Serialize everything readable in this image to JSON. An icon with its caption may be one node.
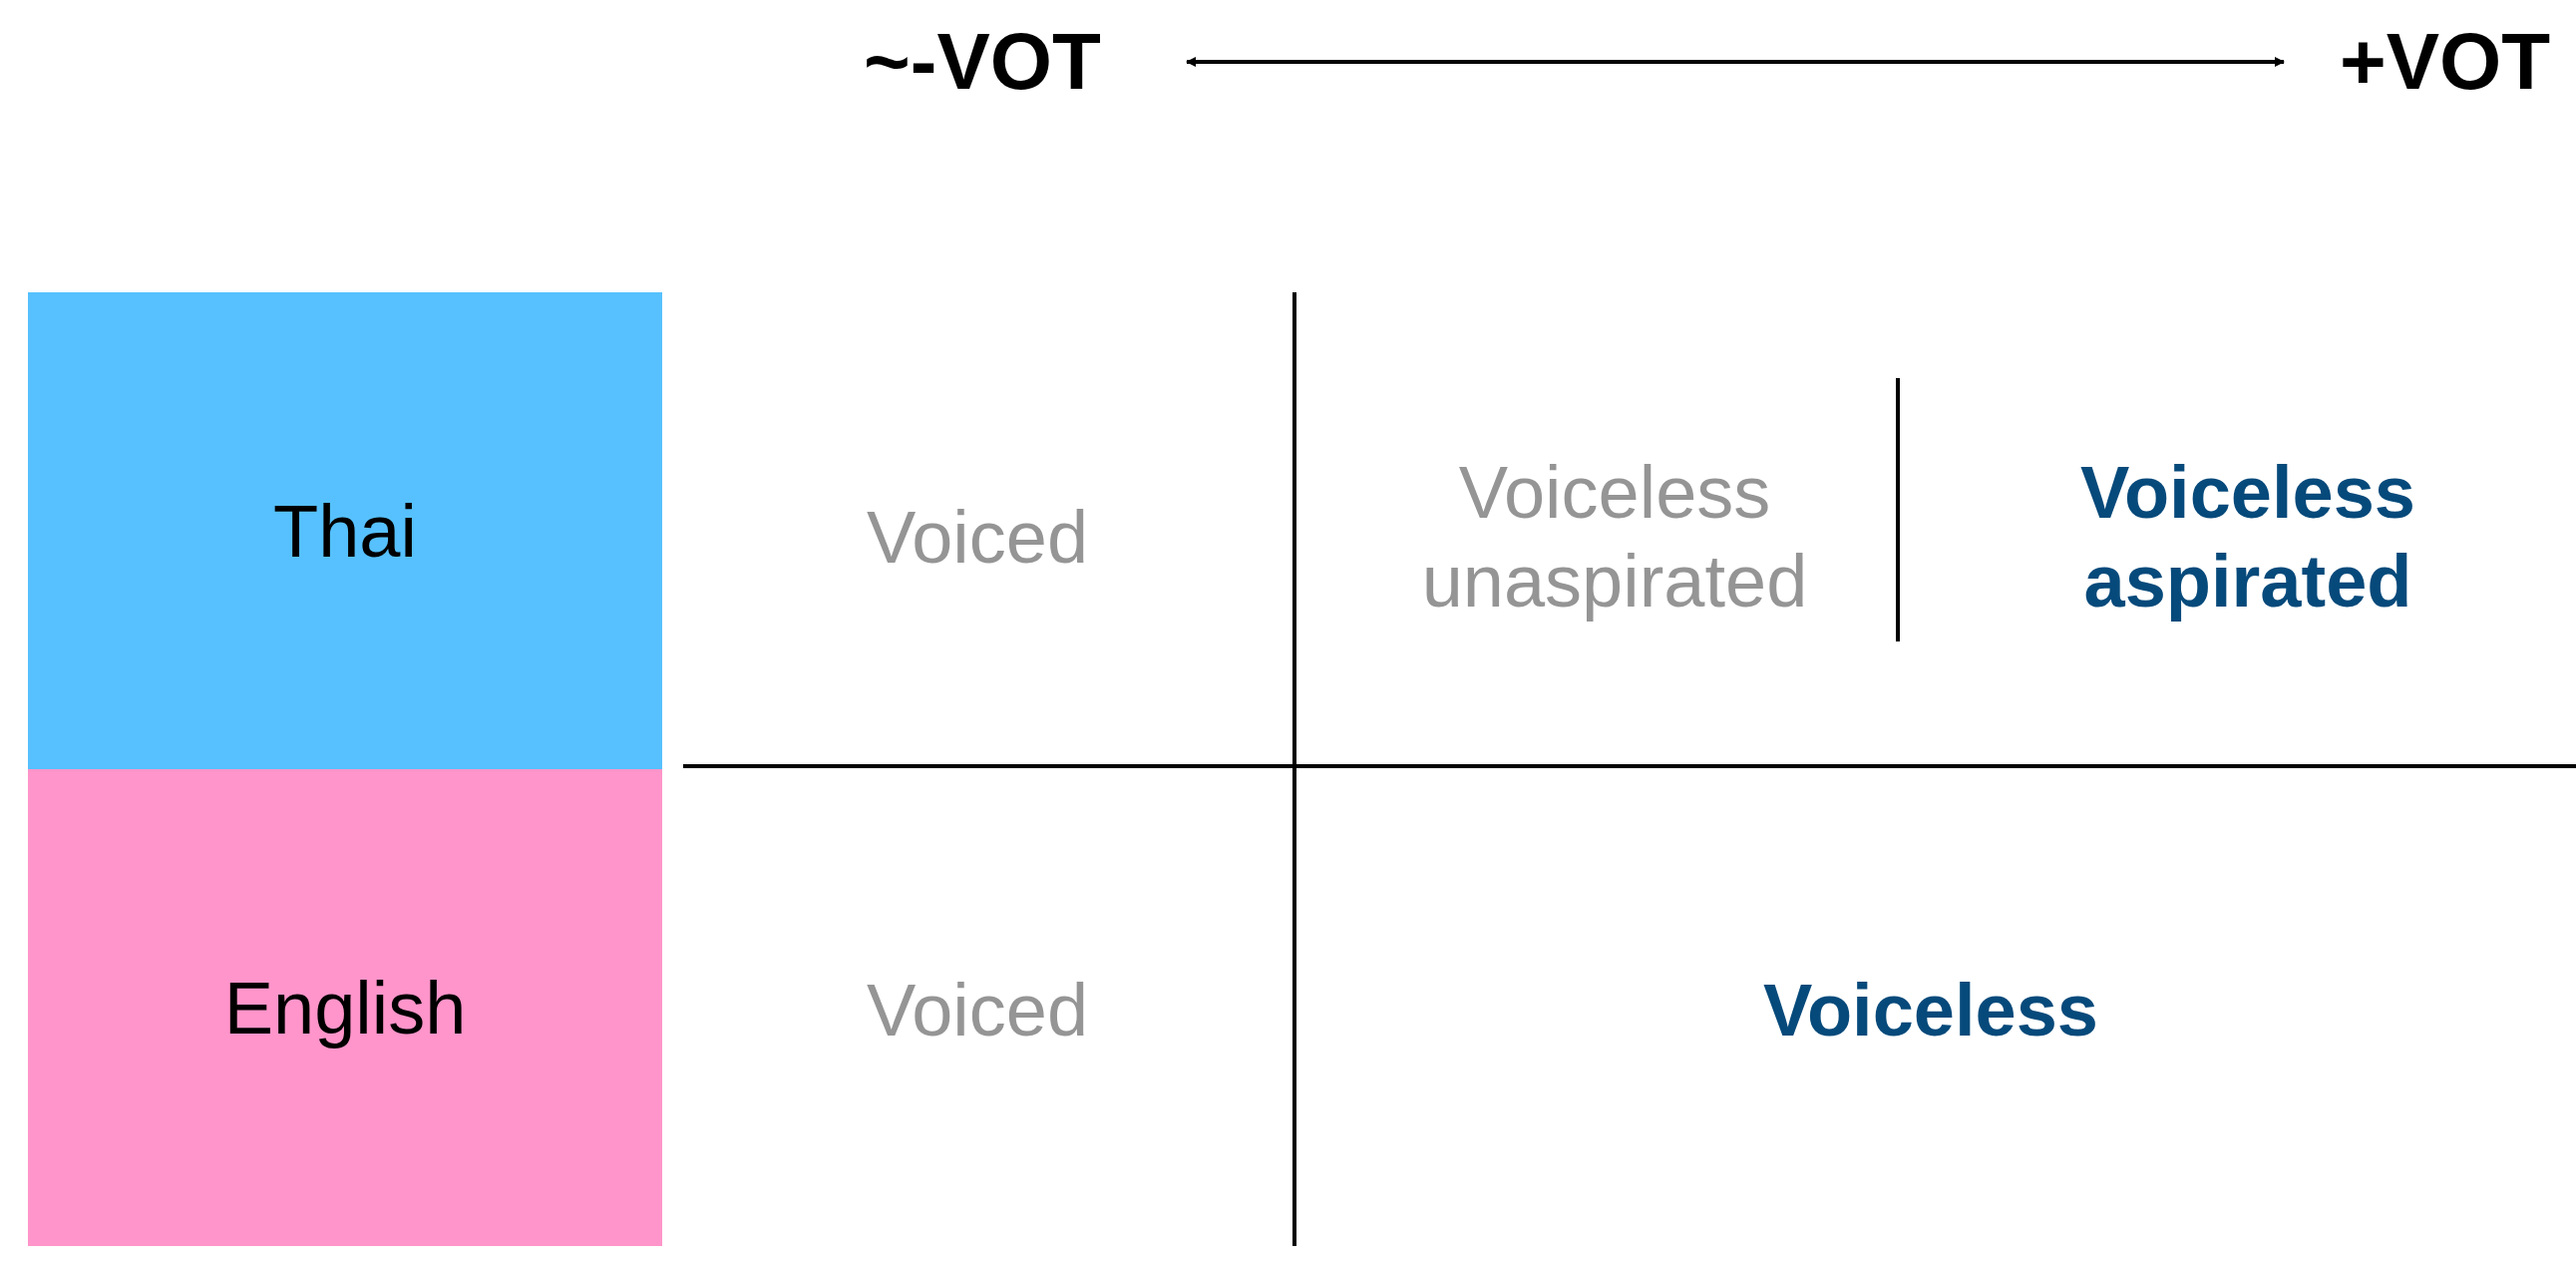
{
  "diagram": {
    "nodes": [
      {
        "text": [
          "~-VOT"
        ]
      },
      {
        "text": [
          "+VOT"
        ]
      },
      {
        "text": [
          "Thai"
        ]
      },
      {
        "text": [
          "English"
        ]
      }
    ],
    "edges": [
      {
        "from": 0,
        "to": 1,
        "arrow": "both"
      }
    ],
    "labels": [
      "Voiced",
      "Voiceless unaspirated",
      "Voiceless aspirated",
      "Voiced",
      "Voiceless"
    ]
  }
}
